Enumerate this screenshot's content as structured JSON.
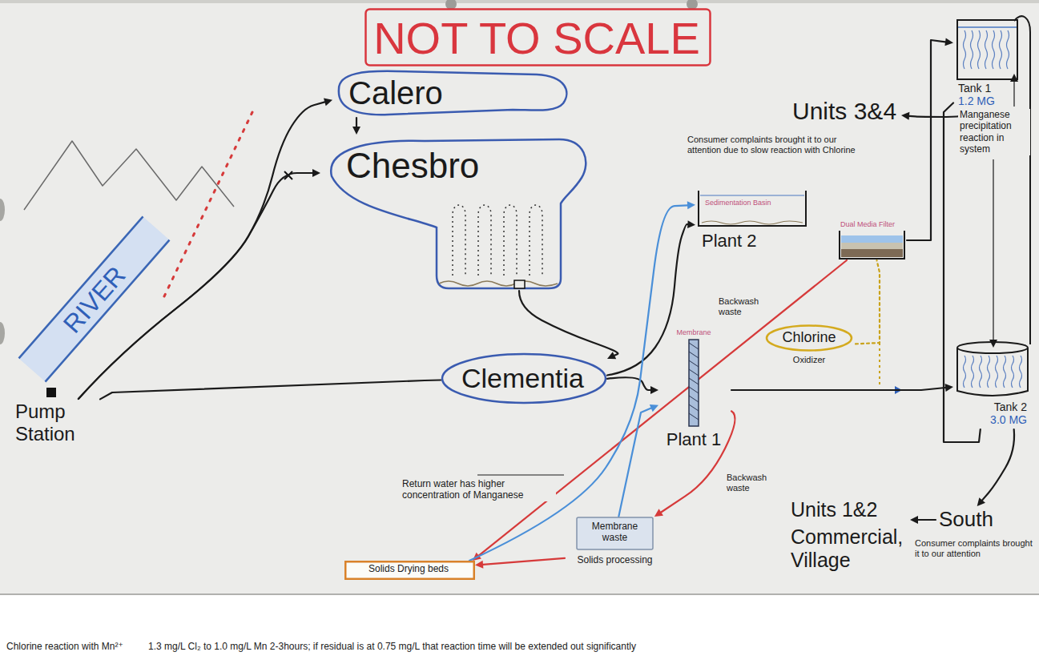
{
  "diagram": {
    "nodes": [
      {
        "text": [
          "NOT TO SCALE"
        ]
      },
      {
        "text": [
          "Tank 1",
          "1.2 MG"
        ]
      },
      {
        "text": [
          "Calero"
        ]
      },
      {
        "text": [
          "Units 3&4"
        ]
      },
      {
        "text": [
          "Chesbro"
        ]
      },
      {
        "text": [
          "Sedimentation Basin",
          "Plant 2"
        ]
      },
      {
        "text": [
          "Dual Media Filter"
        ]
      },
      {
        "text": [
          "Chlorine",
          "Oxidizer"
        ]
      },
      {
        "text": [
          "Membrane",
          "Plant 1"
        ]
      },
      {
        "text": [
          "Tank 2",
          "3.0 MG"
        ]
      },
      {
        "text": [
          "Pump Station"
        ]
      },
      {
        "text": [
          "Clementia"
        ]
      },
      {
        "text": [
          "Units 1&2",
          "Commercial, Village"
        ]
      },
      {
        "text": [
          "South"
        ]
      },
      {
        "text": [
          "Membrane waste",
          "Solids processing"
        ]
      },
      {
        "text": [
          "Solids Drying beds"
        ]
      }
    ],
    "edges": [
      {
        "from": 10,
        "to": 2,
        "arrow": "to"
      },
      {
        "from": 2,
        "to": 4,
        "arrow": "to"
      },
      {
        "from": 10,
        "to": 4,
        "arrow": "to"
      },
      {
        "from": 10,
        "to": 11,
        "arrow": "none"
      },
      {
        "from": 4,
        "to": 11,
        "arrow": "to"
      },
      {
        "from": 11,
        "to": 5,
        "arrow": "to"
      },
      {
        "from": 11,
        "to": 8,
        "arrow": "to"
      },
      {
        "from": 6,
        "to": 1,
        "arrow": "to"
      },
      {
        "from": 1,
        "to": 3,
        "arrow": "to"
      },
      {
        "from": 8,
        "to": 9,
        "arrow": "to"
      },
      {
        "from": 7,
        "to": 6,
        "arrow": "none"
      },
      {
        "from": 1,
        "to": 9,
        "arrow": "none"
      },
      {
        "from": 9,
        "to": 13,
        "arrow": "to"
      },
      {
        "from": 13,
        "to": 12,
        "arrow": "to"
      },
      {
        "from": 6,
        "to": 15,
        "label": "Backwash waste",
        "arrow": "to"
      },
      {
        "from": 8,
        "to": 14,
        "label": "Backwash waste",
        "arrow": "to"
      },
      {
        "from": 14,
        "to": 15,
        "arrow": "to"
      },
      {
        "from": 15,
        "to": 5,
        "arrow": "to"
      },
      {
        "from": 14,
        "to": 8,
        "arrow": "to"
      }
    ],
    "labels": [
      "RIVER",
      "Consumer complaints brought it to our attention due to slow reaction with Chlorine",
      "Manganese precipitation reaction in system",
      "Return water has higher concentration of Manganese",
      "Consumer complaints brought it to our attention",
      "Chlorine reaction with Mn²⁺",
      "1.3 mg/L Cl₂ to 1.0 mg/L Mn 2-3hours; if residual is at 0.75 mg/L that reaction time will be extended out significantly"
    ]
  }
}
